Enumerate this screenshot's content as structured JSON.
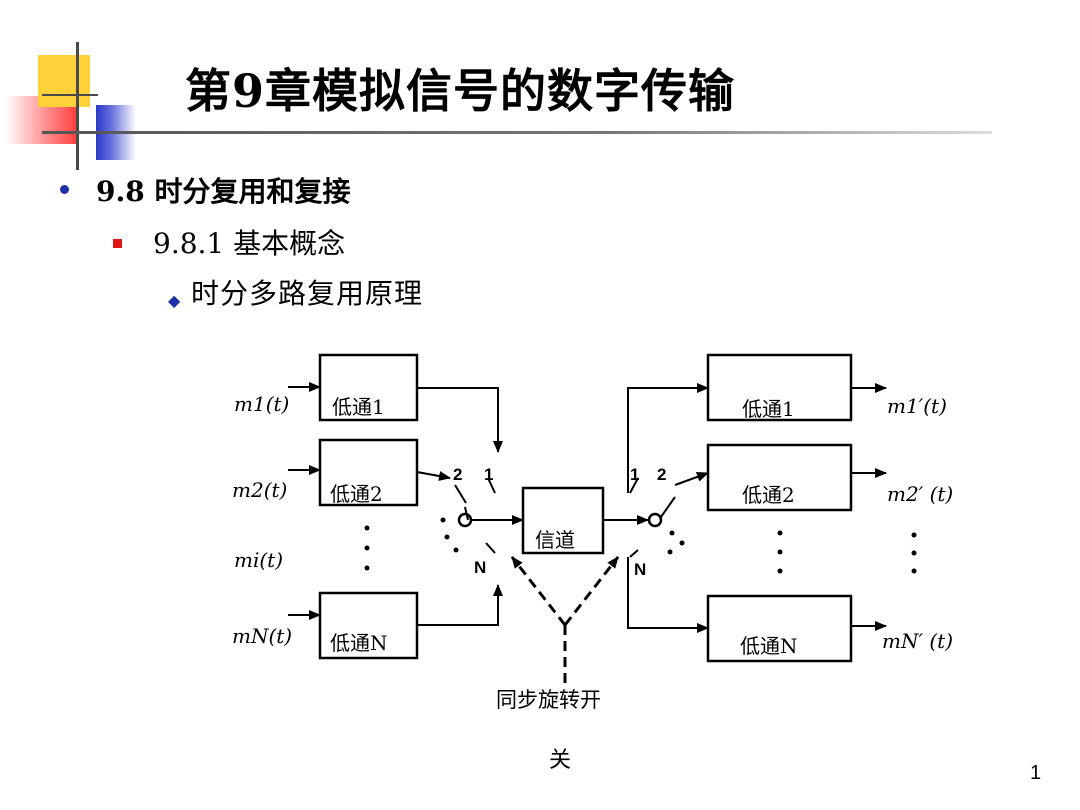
{
  "header": {
    "title": "第9章模拟信号的数字传输"
  },
  "outline": {
    "level1": "9.8 时分复用和复接",
    "level2": "9.8.1 基本概念",
    "level3": "时分多路复用原理"
  },
  "diagram": {
    "inputs": [
      "m1(t)",
      "m2(t)",
      "mi(t)",
      "mN(t)"
    ],
    "filters_left": [
      "低通1",
      "低通2",
      "低通N"
    ],
    "channel": "信道",
    "filters_right": [
      "低通1",
      "低通2",
      "低通N"
    ],
    "outputs": [
      "m1′(t)",
      "m2′ (t)",
      "mN′  (t)"
    ],
    "switch_left_labels": [
      "2",
      "1",
      "N"
    ],
    "switch_right_labels": [
      "1",
      "2",
      "N"
    ],
    "sync_label_line1": "同步旋转开",
    "sync_label_line2": "关"
  },
  "footer": {
    "page_number": "1"
  }
}
